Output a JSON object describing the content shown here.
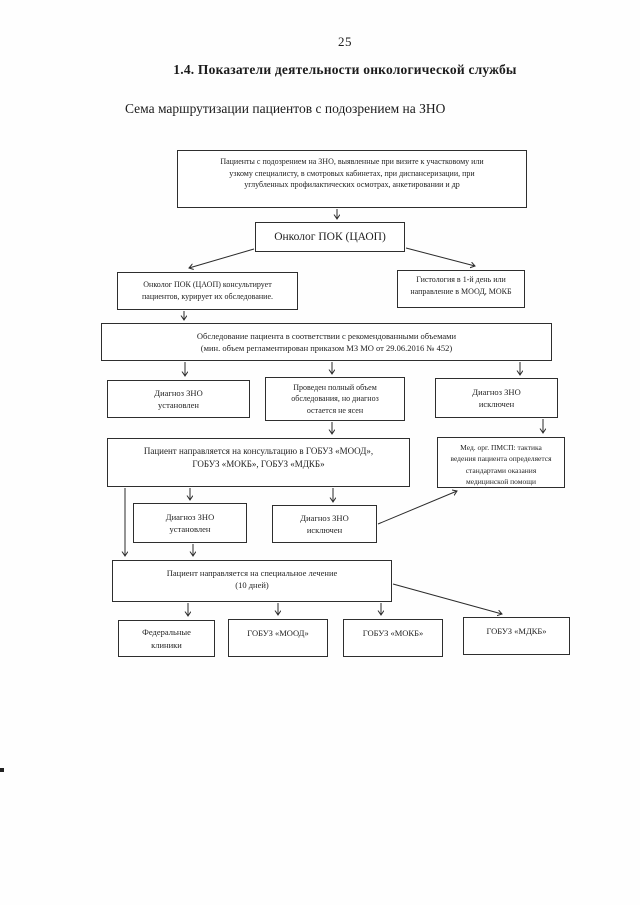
{
  "page": {
    "number": "25",
    "section_heading": "1.4. Показатели деятельности онкологической службы",
    "subtitle": "Сема маршрутизации пациентов с подозрением на ЗНО"
  },
  "flowchart": {
    "nodes": {
      "suspicion": "Пациенты с подозрением на ЗНО, выявленные при визите к участковому или\nузкому специалисту, в смотровых кабинетах, при диспансеризации, при\nуглубленных профилактических осмотрах, анкетировании и др",
      "oncologist_pok": "Онколог ПОК (ЦАОП)",
      "oncologist_consults": "Онколог ПОК (ЦАОП) консультирует\nпациентов, курирует их обследование.",
      "histology": "Гистология в 1-й день или\nнаправление в МООД, МОКБ",
      "examination": "Обследование пациента в соответствии с рекомендованными объемами\n(мин. объем регламентирован приказом МЗ МО от 29.06.2016 № 452)",
      "dx_established_1": "Диагноз ЗНО\nустановлен",
      "full_exam_unclear": "Проведен полный объем\nобследования, но диагноз\nостается не ясен",
      "dx_excluded_1": "Диагноз ЗНО\nисключен",
      "consultation": "Пациент направляется на консультацию в ГОБУЗ «МООД»,\nГОБУЗ «МОКБ», ГОБУЗ «МДКБ»",
      "pmsp": "Мед. орг. ПМСП: тактика\nведения пациента определяется\nстандартами оказания\nмедицинской помощи",
      "dx_established_2": "Диагноз ЗНО\nустановлен",
      "dx_excluded_2": "Диагноз ЗНО\nисключен",
      "treatment": "Пациент направляется на специальное лечение\n(10 дней)",
      "federal_clinics": "Федеральные\nклиники",
      "mood": "ГОБУЗ «МООД»",
      "mokb": "ГОБУЗ «МОКБ»",
      "mdkb": "ГОБУЗ «МДКБ»"
    },
    "ink_color": "#2b2b2b"
  }
}
